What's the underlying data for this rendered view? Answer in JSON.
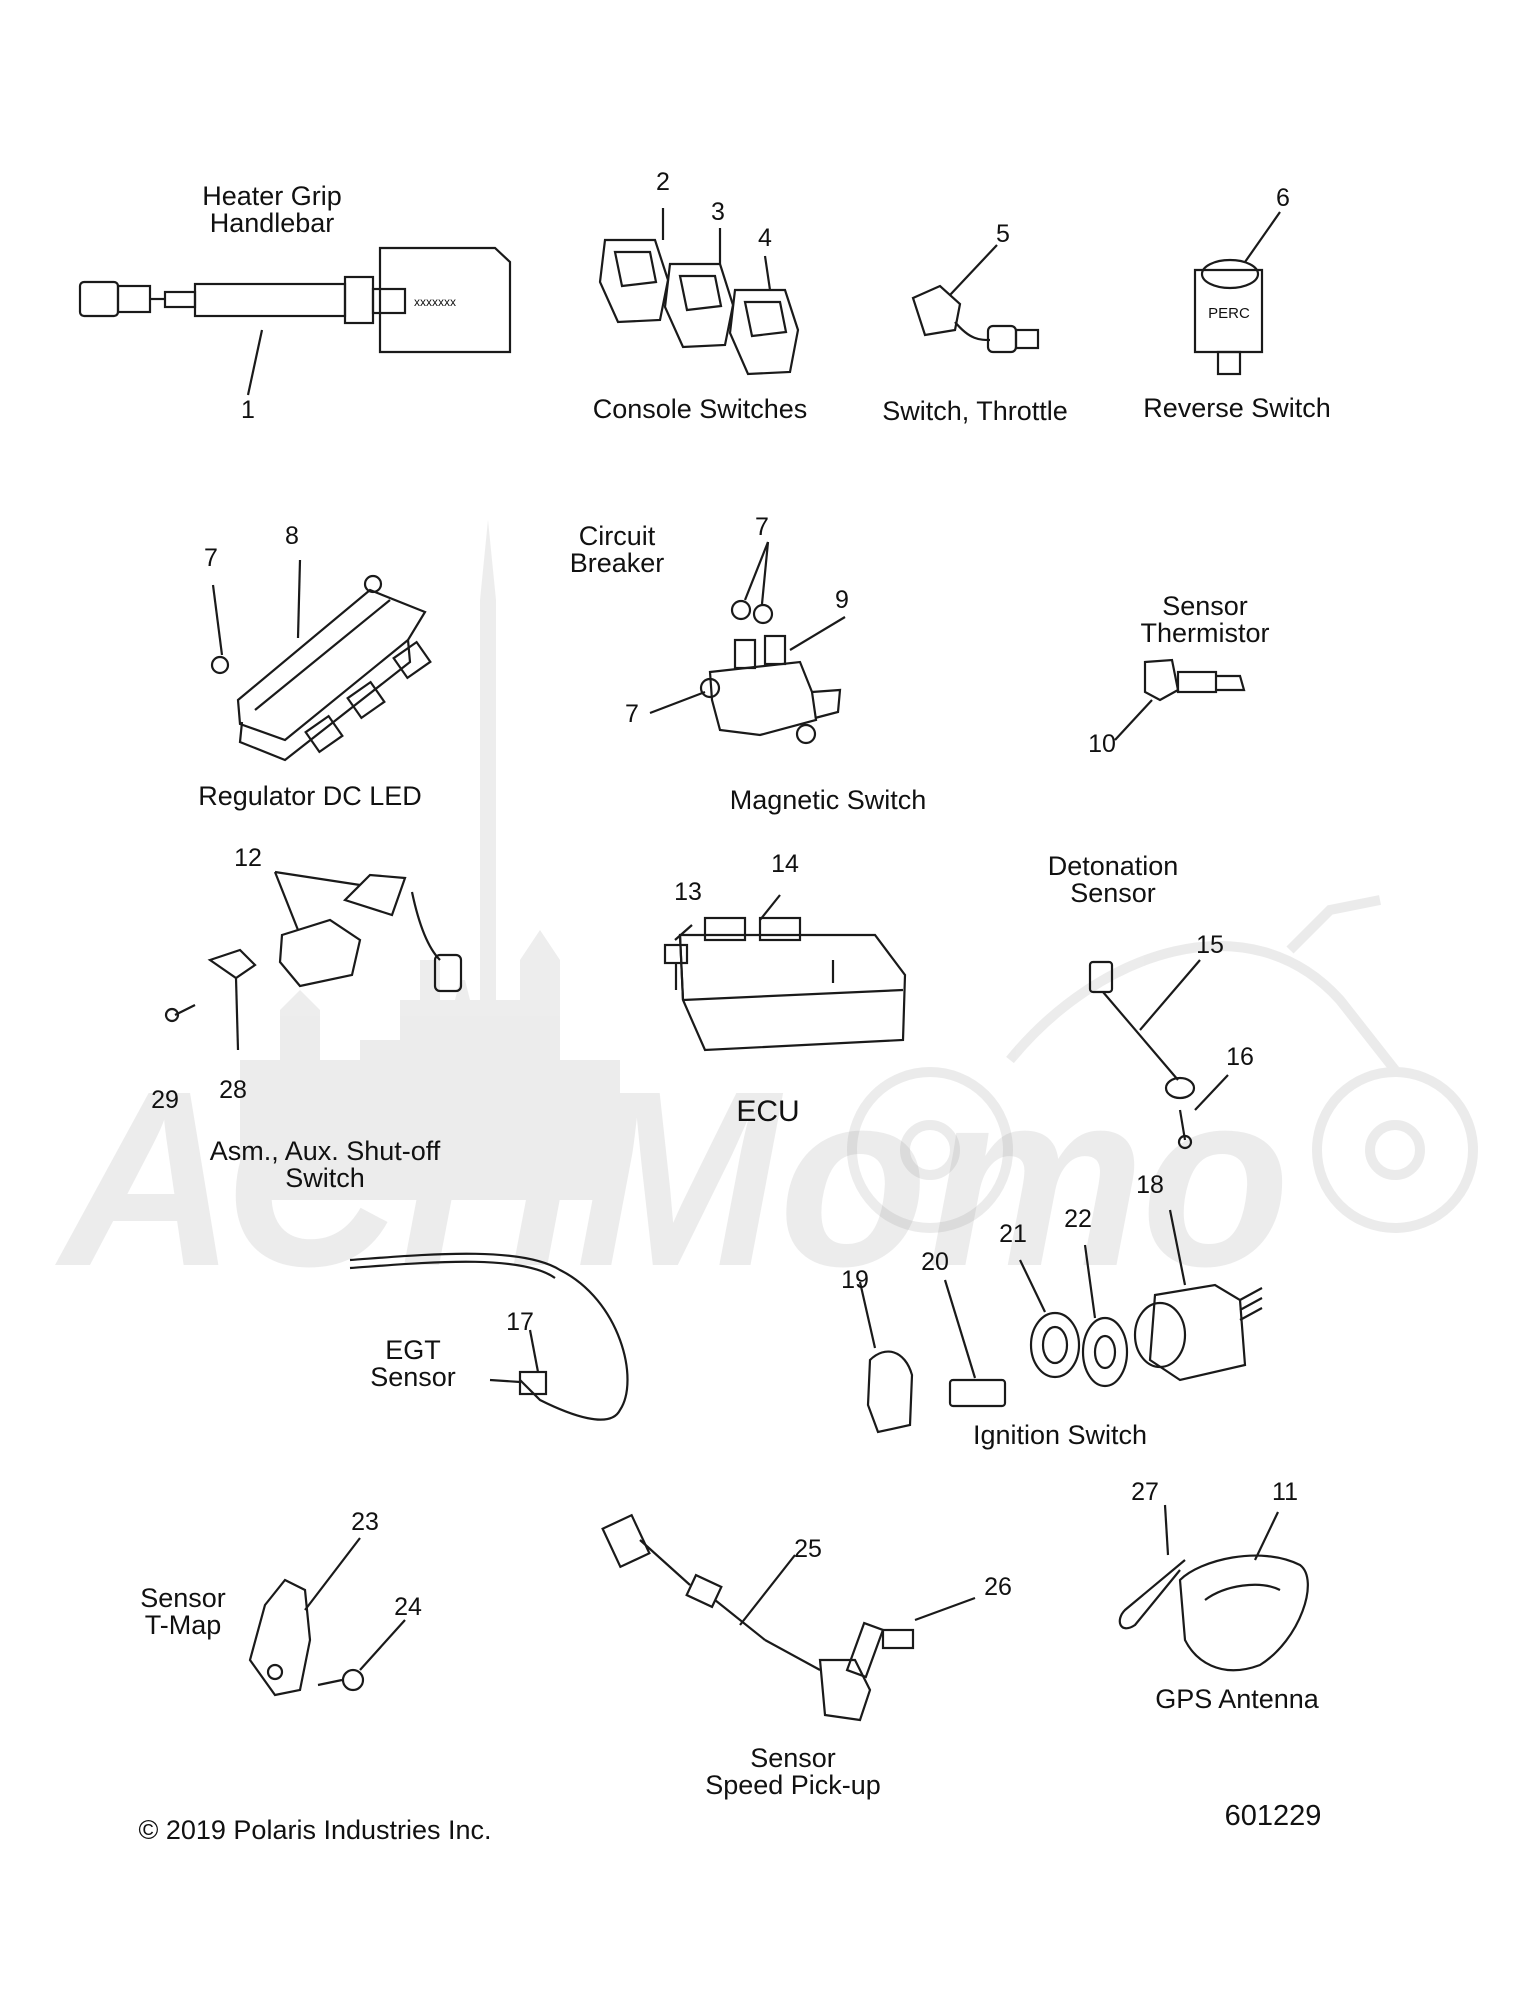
{
  "watermark": {
    "text": "АСНМото"
  },
  "components": [
    {
      "id": "heater-grip",
      "label": [
        "Heater Grip",
        "Handlebar"
      ],
      "callouts": [
        "1"
      ],
      "stamp": "xxxxxxx"
    },
    {
      "id": "console-switches",
      "label": [
        "Console Switches"
      ],
      "callouts": [
        "2",
        "3",
        "4"
      ]
    },
    {
      "id": "throttle-switch",
      "label": [
        "Switch, Throttle"
      ],
      "callouts": [
        "5"
      ]
    },
    {
      "id": "reverse-switch",
      "label": [
        "Reverse Switch"
      ],
      "callouts": [
        "6"
      ],
      "stamp": "PERC"
    },
    {
      "id": "regulator",
      "label": [
        "Regulator DC LED"
      ],
      "callouts": [
        "7",
        "8"
      ]
    },
    {
      "id": "magnetic-switch",
      "label": [
        "Magnetic Switch"
      ],
      "sublabel": [
        "Circuit",
        "Breaker"
      ],
      "callouts": [
        "7",
        "9",
        "7"
      ]
    },
    {
      "id": "thermistor",
      "label": [
        "Sensor",
        "Thermistor"
      ],
      "callouts": [
        "10"
      ]
    },
    {
      "id": "aux-shutoff",
      "label": [
        "Asm., Aux. Shut-off",
        "Switch"
      ],
      "callouts": [
        "12",
        "29",
        "28"
      ]
    },
    {
      "id": "ecu",
      "label": [
        "ECU"
      ],
      "callouts": [
        "13",
        "14"
      ]
    },
    {
      "id": "detonation",
      "label": [
        "Detonation",
        "Sensor"
      ],
      "callouts": [
        "15",
        "16"
      ]
    },
    {
      "id": "egt",
      "label": [
        "EGT",
        "Sensor"
      ],
      "callouts": [
        "17"
      ]
    },
    {
      "id": "ignition",
      "label": [
        "Ignition Switch"
      ],
      "callouts": [
        "19",
        "20",
        "21",
        "22",
        "18"
      ]
    },
    {
      "id": "tmap",
      "label": [
        "Sensor",
        "T-Map"
      ],
      "callouts": [
        "23",
        "24"
      ]
    },
    {
      "id": "speed",
      "label": [
        "Sensor",
        "Speed Pick-up"
      ],
      "callouts": [
        "25",
        "26"
      ]
    },
    {
      "id": "gps",
      "label": [
        "GPS Antenna"
      ],
      "callouts": [
        "27",
        "11"
      ]
    }
  ],
  "footer": {
    "copyright": "© 2019 Polaris Industries Inc.",
    "diagram_number": "601229"
  }
}
